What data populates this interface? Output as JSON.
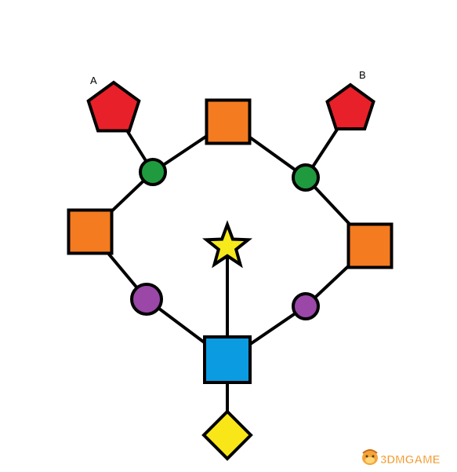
{
  "diagram": {
    "labels": {
      "a": "A",
      "b": "B"
    },
    "colors": {
      "line": "#000000",
      "pentagon": "#e8202a",
      "square": "#f47b20",
      "green_circle": "#1f9a3e",
      "purple_circle": "#9a47a8",
      "blue_square": "#0a9be0",
      "star": "#f7ea1c",
      "diamond": "#f9e619"
    },
    "nodes": [
      {
        "id": "pentagon-a",
        "shape": "pentagon",
        "color": "pentagon"
      },
      {
        "id": "pentagon-b",
        "shape": "pentagon",
        "color": "pentagon"
      },
      {
        "id": "square-top",
        "shape": "square",
        "color": "square"
      },
      {
        "id": "square-left",
        "shape": "square",
        "color": "square"
      },
      {
        "id": "square-right",
        "shape": "square",
        "color": "square"
      },
      {
        "id": "circle-green-left",
        "shape": "circle",
        "color": "green_circle"
      },
      {
        "id": "circle-green-right",
        "shape": "circle",
        "color": "green_circle"
      },
      {
        "id": "circle-purple-left",
        "shape": "circle",
        "color": "purple_circle"
      },
      {
        "id": "circle-purple-right",
        "shape": "circle",
        "color": "purple_circle"
      },
      {
        "id": "square-blue",
        "shape": "square",
        "color": "blue_square"
      },
      {
        "id": "star-center",
        "shape": "star",
        "color": "star"
      },
      {
        "id": "diamond-bottom",
        "shape": "diamond",
        "color": "diamond"
      }
    ],
    "edges": [
      [
        "pentagon-a",
        "circle-green-left"
      ],
      [
        "circle-green-left",
        "square-top"
      ],
      [
        "square-top",
        "circle-green-right"
      ],
      [
        "circle-green-right",
        "pentagon-b"
      ],
      [
        "circle-green-left",
        "square-left"
      ],
      [
        "square-left",
        "circle-purple-left"
      ],
      [
        "circle-purple-left",
        "square-blue"
      ],
      [
        "circle-green-right",
        "square-right"
      ],
      [
        "square-right",
        "circle-purple-right"
      ],
      [
        "circle-purple-right",
        "square-blue"
      ],
      [
        "square-blue",
        "star-center"
      ],
      [
        "square-blue",
        "diamond-bottom"
      ]
    ]
  },
  "watermark": {
    "text": "3DMGAME",
    "icon": "mascot-logo-icon"
  }
}
